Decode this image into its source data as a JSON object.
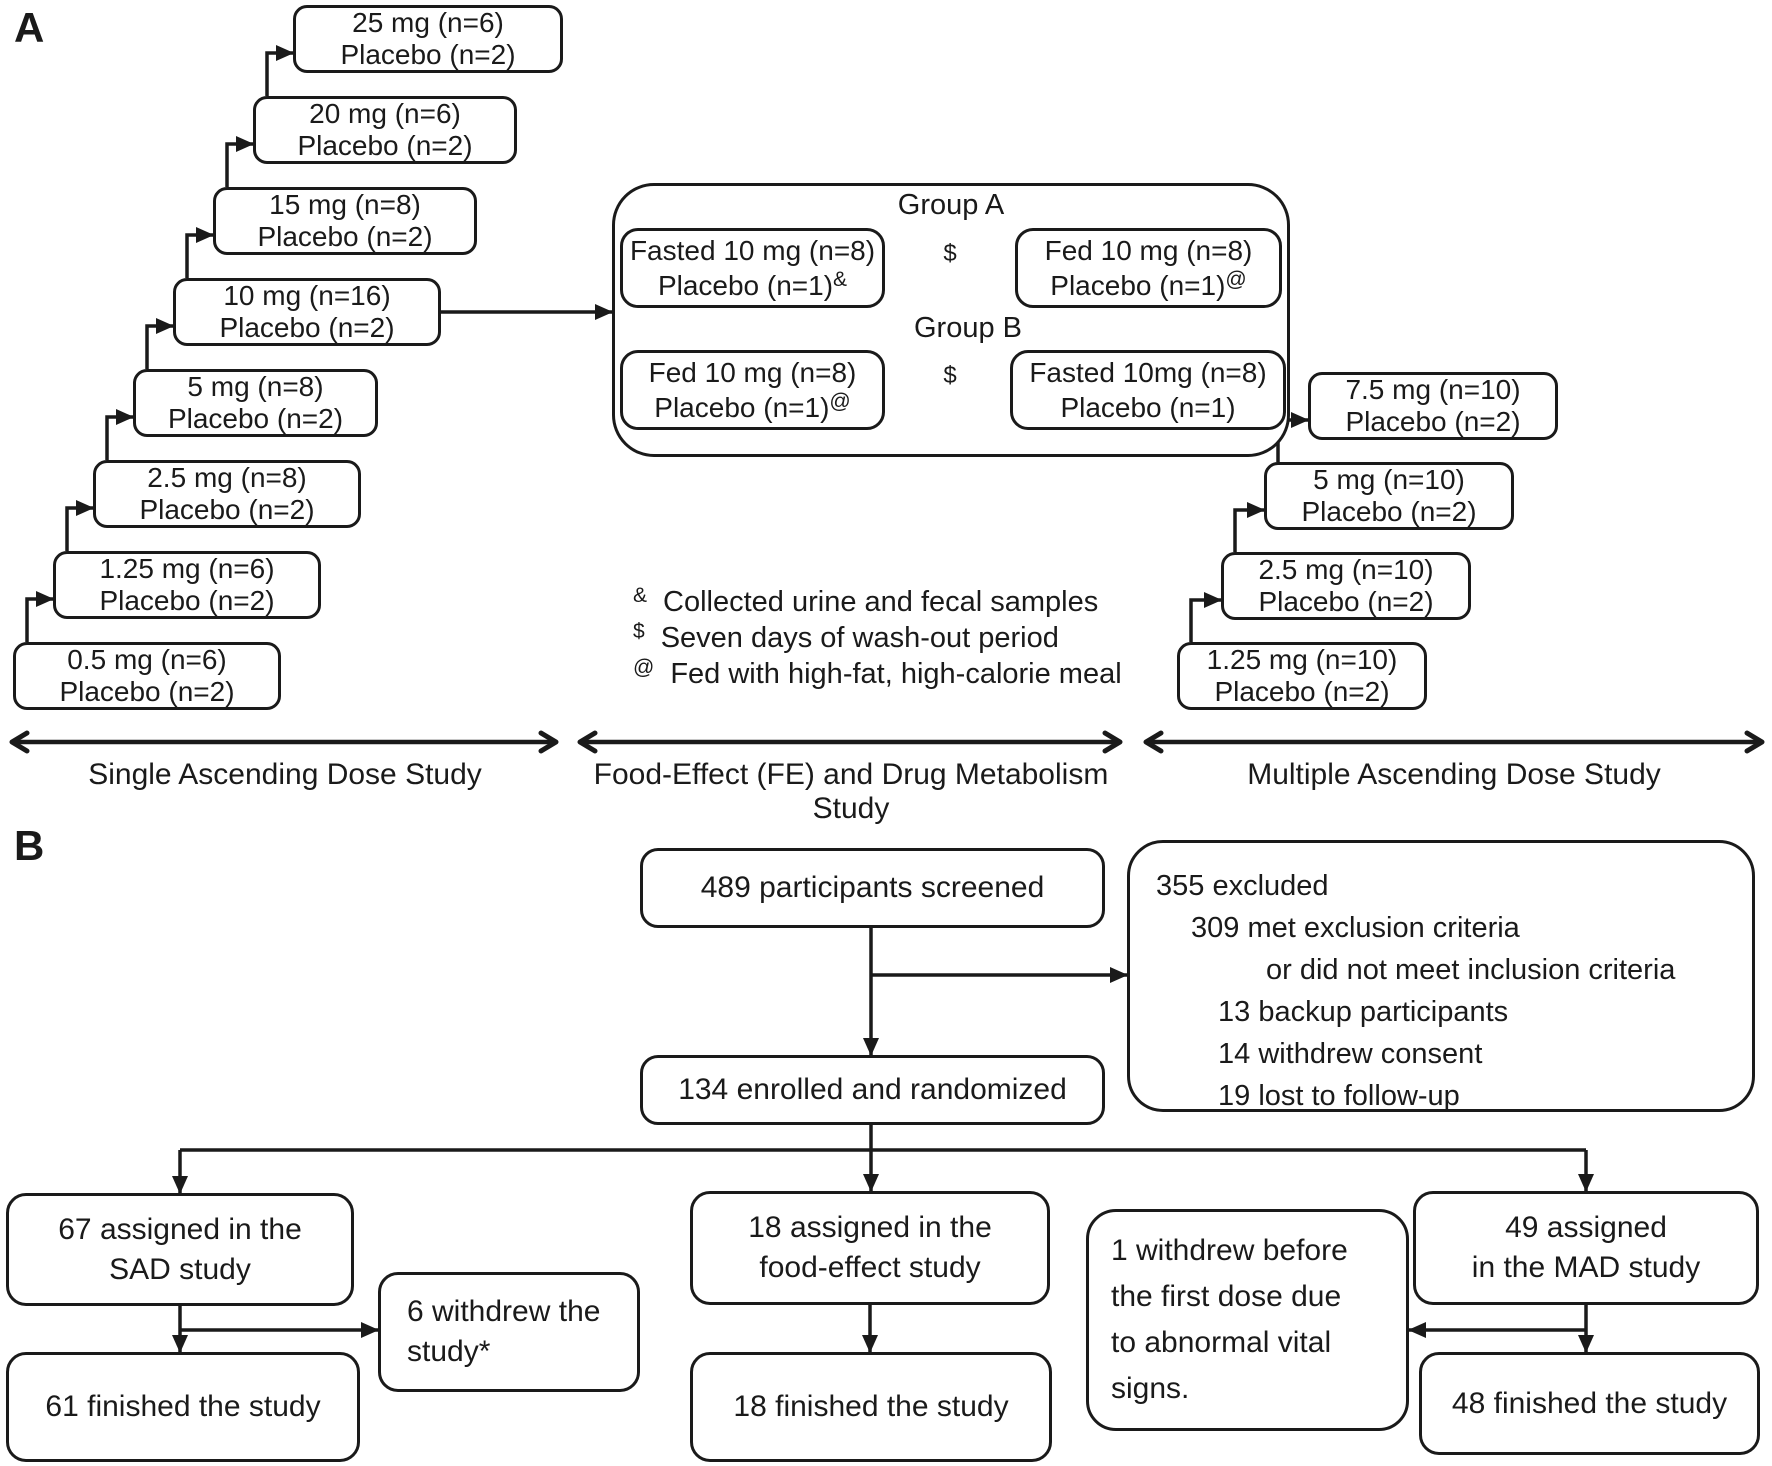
{
  "figure": {
    "panel_a": {
      "label": "A",
      "sad": [
        {
          "dose": "0.5 mg (n=6)",
          "placebo": "Placebo (n=2)"
        },
        {
          "dose": "1.25 mg (n=6)",
          "placebo": "Placebo (n=2)"
        },
        {
          "dose": "2.5 mg (n=8)",
          "placebo": "Placebo (n=2)"
        },
        {
          "dose": "5 mg (n=8)",
          "placebo": "Placebo (n=2)"
        },
        {
          "dose": "10 mg (n=16)",
          "placebo": "Placebo (n=2)"
        },
        {
          "dose": "15 mg (n=8)",
          "placebo": "Placebo (n=2)"
        },
        {
          "dose": "20 mg (n=6)",
          "placebo": "Placebo (n=2)"
        },
        {
          "dose": "25 mg (n=6)",
          "placebo": "Placebo (n=2)"
        }
      ],
      "fe": {
        "group_a_label": "Group A",
        "group_b_label": "Group B",
        "washout_symbol": "$",
        "ga_left": {
          "line1": "Fasted 10 mg (n=8)",
          "line2": "Placebo (n=1)",
          "sup": "&"
        },
        "ga_right": {
          "line1": "Fed 10 mg (n=8)",
          "line2": "Placebo (n=1)",
          "sup": "@"
        },
        "gb_left": {
          "line1": "Fed 10 mg (n=8)",
          "line2": "Placebo (n=1)",
          "sup": "@"
        },
        "gb_right": {
          "line1": "Fasted 10mg (n=8)",
          "line2": "Placebo (n=1)",
          "sup": ""
        }
      },
      "legend": [
        {
          "symbol": "&",
          "text": "Collected urine and fecal samples"
        },
        {
          "symbol": "$",
          "text": "Seven days of wash-out period"
        },
        {
          "symbol": "@",
          "text": "Fed with high-fat, high-calorie meal"
        }
      ],
      "mad": [
        {
          "dose": "1.25 mg (n=10)",
          "placebo": "Placebo (n=2)"
        },
        {
          "dose": "2.5 mg (n=10)",
          "placebo": "Placebo (n=2)"
        },
        {
          "dose": "5 mg (n=10)",
          "placebo": "Placebo (n=2)"
        },
        {
          "dose": "7.5 mg (n=10)",
          "placebo": "Placebo (n=2)"
        }
      ],
      "axis_labels": {
        "sad": "Single Ascending Dose Study",
        "fe": "Food-Effect (FE) and Drug Metabolism Study",
        "mad": "Multiple Ascending Dose Study"
      }
    },
    "panel_b": {
      "label": "B",
      "screened": "489 participants screened",
      "excluded": {
        "lines": [
          "355 excluded",
          "309 met exclusion criteria",
          "or did not meet inclusion criteria",
          "13 backup participants",
          "14 withdrew consent",
          "19 lost to follow-up"
        ]
      },
      "enrolled": "134 enrolled and randomized",
      "sad_assigned": {
        "line1": "67 assigned in the",
        "line2": "SAD study"
      },
      "sad_withdrew": {
        "line1": "6 withdrew the",
        "line2": "study*"
      },
      "sad_finished": "61 finished the study",
      "fe_assigned": {
        "line1": "18 assigned in the",
        "line2": "food-effect study"
      },
      "fe_finished": "18 finished the study",
      "mad_assigned": {
        "line1": "49 assigned",
        "line2": "in the MAD study"
      },
      "mad_withdrew": {
        "lines": [
          "1 withdrew before",
          "the first dose due",
          "to abnormal vital",
          "signs."
        ]
      },
      "mad_finished": "48 finished the study"
    }
  }
}
